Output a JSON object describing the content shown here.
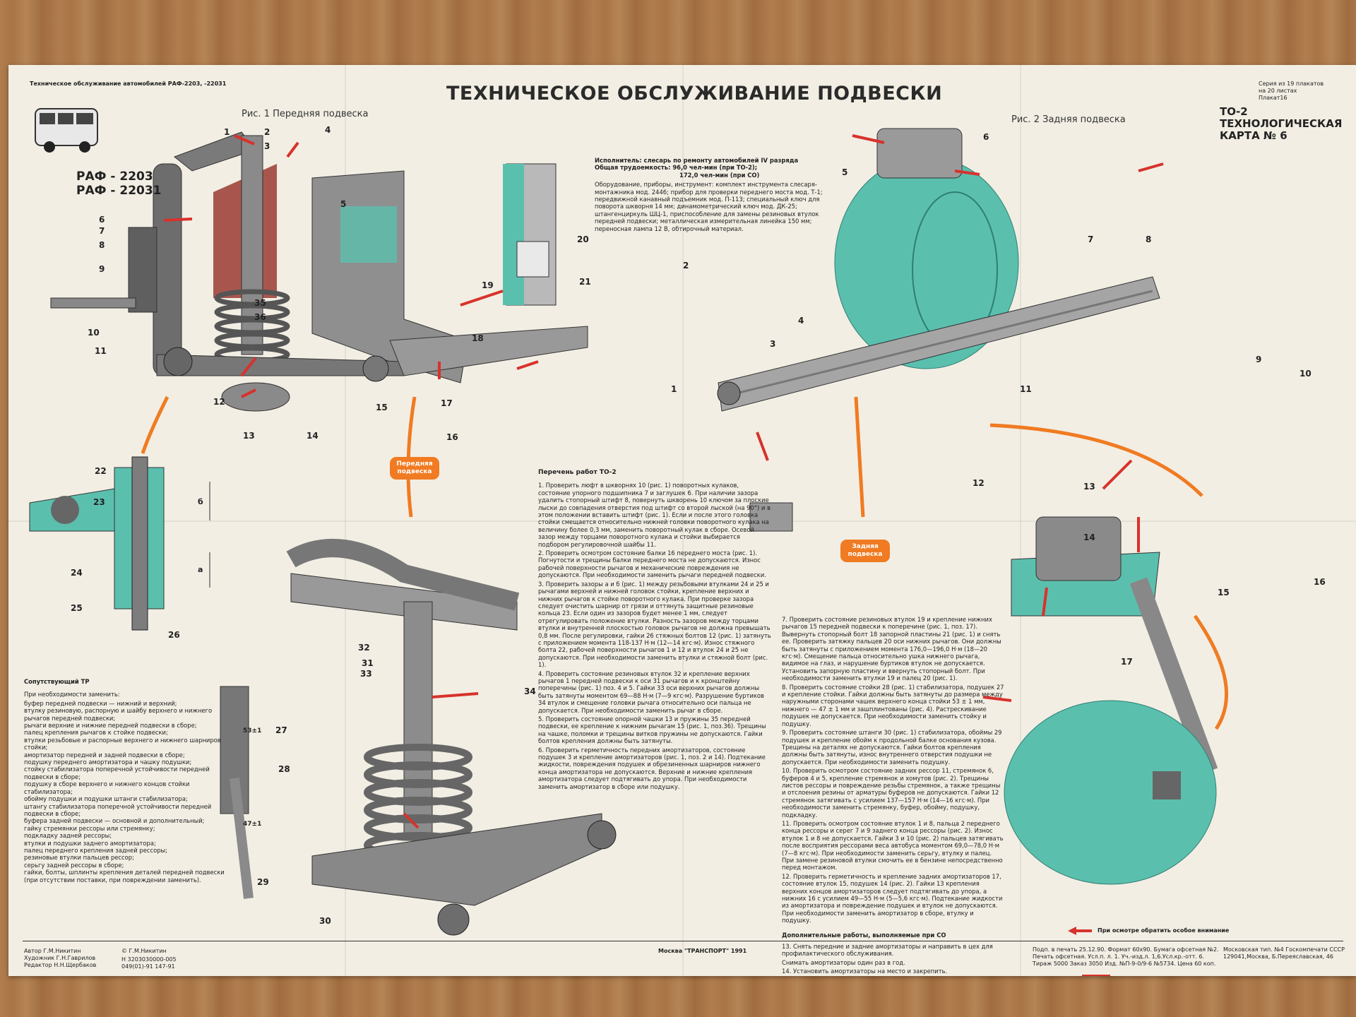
{
  "header": {
    "top_left": "Техническое обслуживание автомобилей РАФ-2203, -22031",
    "title": "ТЕХНИЧЕСКОЕ ОБСЛУЖИВАНИЕ ПОДВЕСКИ",
    "series": "Серия из 19 плакатов\nна 20 листах\nПлакат16",
    "to_line1": "ТО-2",
    "to_line2": "ТЕХНОЛОГИЧЕСКАЯ",
    "to_line3": "КАРТА №   6"
  },
  "models": {
    "line1": "РАФ - 2203",
    "line2": "РАФ - 22031"
  },
  "figures": {
    "fig1": "Рис. 1 Передняя подвеска",
    "fig2": "Рис. 2 Задняя подвеска",
    "bubble_front": "Передняя\nподвеска",
    "bubble_rear": "Задняя\nподвеска"
  },
  "executor": {
    "line1": "Исполнитель: слесарь по ремонту автомобилей IV разряда",
    "line2": "Общая трудоемкость: 96,0 чел-мин (при ТО-2);",
    "line3": "172,0 чел-мин (при СО)",
    "equipment": "Оборудование, приборы, инструмент: комплект инструмента слесаря-монтажника мод. 2446; прибор для проверки переднего моста мод. Т-1; передвижной канавный подъемник мод. П-113; специальный ключ для поворота шкворня 14 мм; динамометрический ключ мод. ДК-25; штангенциркуль ШЦ-1, приспособление для замены резиновых втулок передней подвески; металлическая измерительная линейка 150 мм; переносная лампа 12 В, обтирочный материал."
  },
  "works": {
    "heading": "Перечень работ ТО-2",
    "col1": [
      "1. Проверить люфт в шкворнях 10 (рис. 1) поворотных кулаков, состояние упорного подшипника 7 и заглушек 6. При наличии зазора удалить стопорный штифт 8, повернуть шкворень 10 ключом за плоские лыски до совпадения отверстия под штифт со второй лыской (на 90°) и в этом положении вставить штифт (рис. 1). Если и после этого головка стойки смещается относительно нижней головки поворотного кулака на величину более 0,3 мм, заменить поворотный кулак в сборе. Осевой зазор между торцами поворотного кулака и стойки выбирается подбором регулировочной шайбы 11.",
      "2. Проверить осмотром состояние балки 16 переднего моста (рис. 1). Погнутости и трещины балки переднего моста не допускаются. Износ рабочей поверхности рычагов и механические повреждения не допускаются. При необходимости заменить рычаги передней подвески.",
      "3. Проверить зазоры а и б (рис. 1) между резьбовыми втулками 24 и 25 и рычагами верхней и нижней головок стойки, крепление верхних и нижних рычагов к стойке поворотного кулака. При проверке зазора следует очистить шарнир от грязи и оттянуть защитные резиновые кольца 23. Если один из зазоров будет менее 1 мм, следует отрегулировать положение втулки. Разность зазоров между торцами втулки и внутренней плоскостью головок рычагов не должна превышать 0,8 мм. После регулировки, гайки 26 стяжных болтов 12 (рис. 1) затянуть с приложением момента 118-137 Н·м (12—14 кгс·м). Износ стяжного болта 22, рабочей поверхности рычагов 1 и 12 и втулок 24 и 25 не допускаются. При необходимости заменить втулки и стяжной болт (рис. 1).",
      "4. Проверить состояние резиновых втулок 32 и крепление верхних рычагов 1 передней подвески к оси 31 рычагов и к кронштейну поперечины (рис. 1) поз. 4 и 5. Гайки 33 оси верхних рычагов должны быть затянуты моментом 69—88 Н·м (7—9 кгс·м). Разрушение буртиков 34 втулок и смещение головки рычага относительно оси пальца не допускается. При необходимости заменить рычаг в сборе.",
      "5. Проверить состояние опорной чашки 13 и пружины 35 передней подвески, ее крепление к нижним рычагам 15 (рис. 1, поз.36). Трещины на чашке, поломки и трещины витков пружины не допускаются. Гайки болтов крепления должны быть затянуты.",
      "6. Проверить герметичность передних амортизаторов, состояние подушек 3 и крепление амортизаторов (рис. 1, поз. 2 и 14). Подтекание жидкости, повреждения подушек и обрезиненных шарниров нижнего конца амортизатора не допускаются. Верхние и нижние крепления амортизатора следует подтягивать до упора. При необходимости заменить амортизатор в сборе или подушку."
    ],
    "col2": [
      "7. Проверить состояние резиновых втулок 19 и крепление нижних рычагов 15 передней подвески к поперечине (рис. 1, поз. 17). Вывернуть стопорный болт 18 запорной пластины 21 (рис. 1) и снять ее. Проверить затяжку пальцев 20 оси нижних рычагов. Они должны быть затянуты с приложением момента 176,0—196,0 Н·м (18—20 кгс·м). Смещение пальца относительно ушка нижнего рычага, видимое на глаз, и нарушение буртиков втулок не допускается. Установить запорную пластину и ввернуть стопорный болт. При необходимости заменить втулки 19 и палец 20 (рис. 1).",
      "8. Проверить состояние стойки 28 (рис. 1) стабилизатора, подушек 27 и крепление стойки. Гайки должны быть затянуты до размера между наружными сторонами чашек верхнего конца стойки 53 ± 1 мм, нижнего — 47 ± 1 мм и зашплинтованы (рис. 4). Растрескивание подушек не допускается. При необходимости заменить стойку и подушку.",
      "9. Проверить состояние штанги 30 (рис. 1) стабилизатора, обоймы 29 подушек и крепление обойм к продольной балке основания кузова. Трещины на деталях не допускаются. Гайки болтов крепления должны быть затянуты, износ внутреннего отверстия подушки не допускается. При необходимости заменить подушку.",
      "10. Проверить осмотром состояние задних рессор 11, стремянок 6, буферов 4 и 5, крепление стремянок и хомутов (рис. 2). Трещины листов рессоры и повреждение резьбы стремянок, а также трещины и отслоения резины от арматуры буферов не допускаются. Гайки 12 стремянок затягивать с усилием 137—157 Н·м (14—16 кгс·м). При необходимости заменить стремянку, буфер, обойму, подушку, подкладку.",
      "11. Проверить осмотром состояние втулок 1 и 8, пальца 2 переднего конца рессоры и серег 7 и 9 заднего конца рессоры (рис. 2). Износ втулок 1 и 8 не допускается. Гайки 3 и 10 (рис. 2) пальцев затягивать после восприятия рессорами веса автобуса моментом 69,0—78,0 Н·м (7—8 кгс·м). При необходимости заменить серьгу, втулку и палец. При замене резиновой втулки смочить ее в бензине непосредственно перед монтажом.",
      "12. Проверить герметичность и крепление задних амортизаторов 17, состояние втулок 15, подушек 14 (рис. 2). Гайки 13 крепления верхних концов амортизаторов следует подтягивать до упора, а нижних 16 с усилием 49—55 Н·м (5—5,6 кгс·м). Подтекание жидкости из амортизатора и повреждение подушек и втулок не допускаются. При необходимости заменить амортизатор в сборе, втулку и подушку."
    ],
    "co_heading": "Дополнительные работы, выполняемые при СО",
    "co": [
      "13. Снять передние и задние амортизаторы и направить в цех для профилактического обслуживания.",
      "Снимать амортизаторы один раз в год.",
      "14. Установить амортизаторы на место и закрепить."
    ]
  },
  "tr": {
    "heading": "Сопутствующий ТР",
    "intro": "При необходимости заменить:",
    "items": [
      "буфер передней подвески — нижний и верхний;",
      "втулку резиновую, распорную и шайбу верхнего и нижнего рычагов передней подвески;",
      "рычаги верхние и нижние передней подвески в сборе;",
      "палец крепления рычагов к стойке подвески;",
      "втулки резьбовые и распорные верхнего и нижнего шарниров стойки;",
      "амортизатор передней и задней подвески в сборе;",
      "подушку переднего амортизатора и чашку подушки;",
      "стойку стабилизатора поперечной устойчивости передней подвески в сборе;",
      "подушку в сборе верхнего и нижнего концов стойки стабилизатора;",
      "обойму подушки и подушки штанги стабилизатора;",
      "штангу стабилизатора поперечной устойчивости передней подвески в сборе;",
      "буфера задней подвески — основной и дополнительный;",
      "гайку стремянки рессоры или стремянку;",
      "подкладку задней рессоры;",
      "втулки и подушки заднего амортизатора;",
      "палец переднего крепления задней рессоры;",
      "резиновые втулки пальцев рессор;",
      "серьгу задней рессоры в сборе;",
      "гайки, болты, шплинты крепления деталей передней подвески (при отсутствии поставки, при повреждении заменить)."
    ]
  },
  "legend": {
    "note": "При осмотре обратить особое внимание"
  },
  "footer": {
    "authors": "Автор Г.М.Никитин\nХудожник Г.Н.Гаврилов\nРедактор Н.Н.Щербаков",
    "copyright": "© Г.М.Никитин",
    "index": "Н 3203030000-005\n049(01)-91     147-91",
    "publisher": "Москва \"ТРАНСПОРТ\" 1991",
    "print_info": "Подп. в печать 25.12.90. Формат 60х90. Бумага офсетная №2.\nПечать офсетная. Усл.п. л. 1. Уч.-изд.л. 1,6.Усл.кр.-отт. 6.\nТираж 5000    Заказ 3050    Изд. №П-9-0/9-6 №5734. Цена 60 коп.",
    "printer": "Московская тип. №4 Госкомпечати СССР\n129041,Москва, Б.Переяславская, 46"
  },
  "callouts": {
    "fig1": [
      "1",
      "2",
      "3",
      "4",
      "5",
      "6",
      "7",
      "8",
      "9",
      "10",
      "11",
      "12",
      "13",
      "14",
      "15",
      "16",
      "17",
      "18",
      "19",
      "20",
      "21",
      "22",
      "23",
      "24",
      "25",
      "26",
      "27",
      "28",
      "29",
      "30",
      "31",
      "32",
      "33",
      "34",
      "35",
      "36"
    ],
    "fig2": [
      "1",
      "2",
      "3",
      "4",
      "5",
      "6",
      "7",
      "8",
      "9",
      "10",
      "11",
      "12",
      "13",
      "14",
      "15",
      "16",
      "17"
    ],
    "dims": [
      "б",
      "а",
      "53±1",
      "47±1"
    ]
  },
  "colors": {
    "arrow_red": "#d8322c",
    "teal": "#5bbfae",
    "orange": "#f07b22",
    "steel": "#6f6f6f"
  }
}
